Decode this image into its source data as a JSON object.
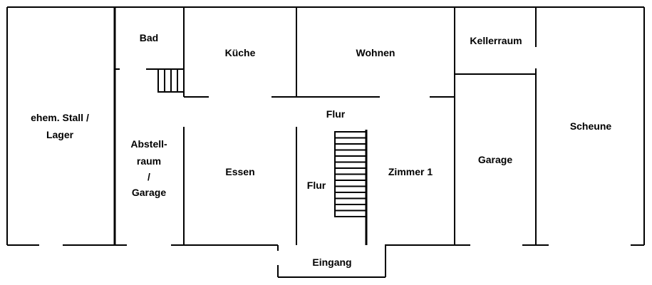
{
  "floorplan": {
    "rooms": {
      "stall_line1": "ehem. Stall /",
      "stall_line2": "Lager",
      "bad": "Bad",
      "kueche": "Küche",
      "wohnen": "Wohnen",
      "kellerraum": "Kellerraum",
      "scheune": "Scheune",
      "flur_top": "Flur",
      "abstell_line1": "Abstell-",
      "abstell_line2": "raum",
      "abstell_line3": "/",
      "abstell_line4": "Garage",
      "essen": "Essen",
      "flur_left": "Flur",
      "zimmer1": "Zimmer 1",
      "garage": "Garage",
      "eingang": "Eingang"
    },
    "colors": {
      "line": "#000000",
      "background": "#ffffff"
    }
  }
}
